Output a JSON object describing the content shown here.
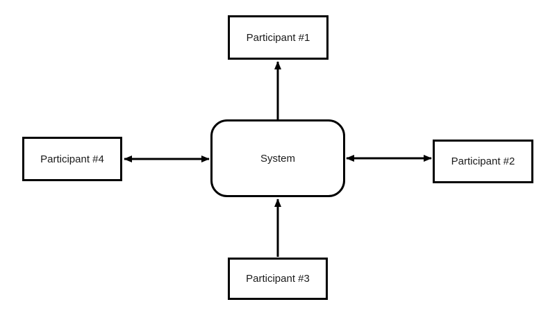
{
  "diagram": {
    "center": {
      "id": "system",
      "label": "System",
      "shape": "rounded-rectangle"
    },
    "nodes": [
      {
        "id": "participant-1",
        "label": "Participant #1",
        "position": "top",
        "shape": "rectangle"
      },
      {
        "id": "participant-2",
        "label": "Participant #2",
        "position": "right",
        "shape": "rectangle"
      },
      {
        "id": "participant-3",
        "label": "Participant #3",
        "position": "bottom",
        "shape": "rectangle"
      },
      {
        "id": "participant-4",
        "label": "Participant #4",
        "position": "left",
        "shape": "rectangle"
      }
    ],
    "edges": [
      {
        "from": "system",
        "to": "participant-1",
        "direction": "one-way"
      },
      {
        "from": "system",
        "to": "participant-2",
        "direction": "two-way"
      },
      {
        "from": "participant-3",
        "to": "system",
        "direction": "one-way"
      },
      {
        "from": "system",
        "to": "participant-4",
        "direction": "two-way"
      }
    ],
    "colors": {
      "background": "#ffffff",
      "node_fill": "#ffffff",
      "stroke": "#000000",
      "text": "#1a1a1a"
    }
  }
}
